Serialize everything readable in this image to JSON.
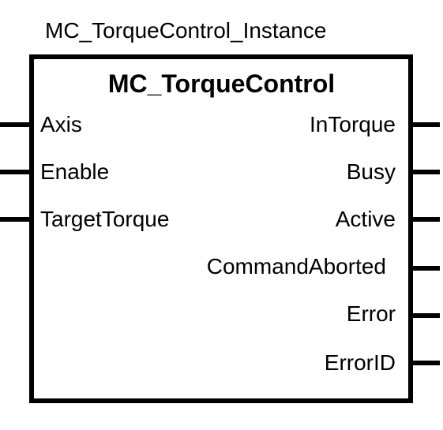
{
  "instance_name": "MC_TorqueControl_Instance",
  "block_title": "MC_TorqueControl",
  "inputs": [
    "Axis",
    "Enable",
    "TargetTorque"
  ],
  "outputs": [
    "InTorque",
    "Busy",
    "Active",
    "CommandAborted",
    "Error",
    "ErrorID"
  ]
}
